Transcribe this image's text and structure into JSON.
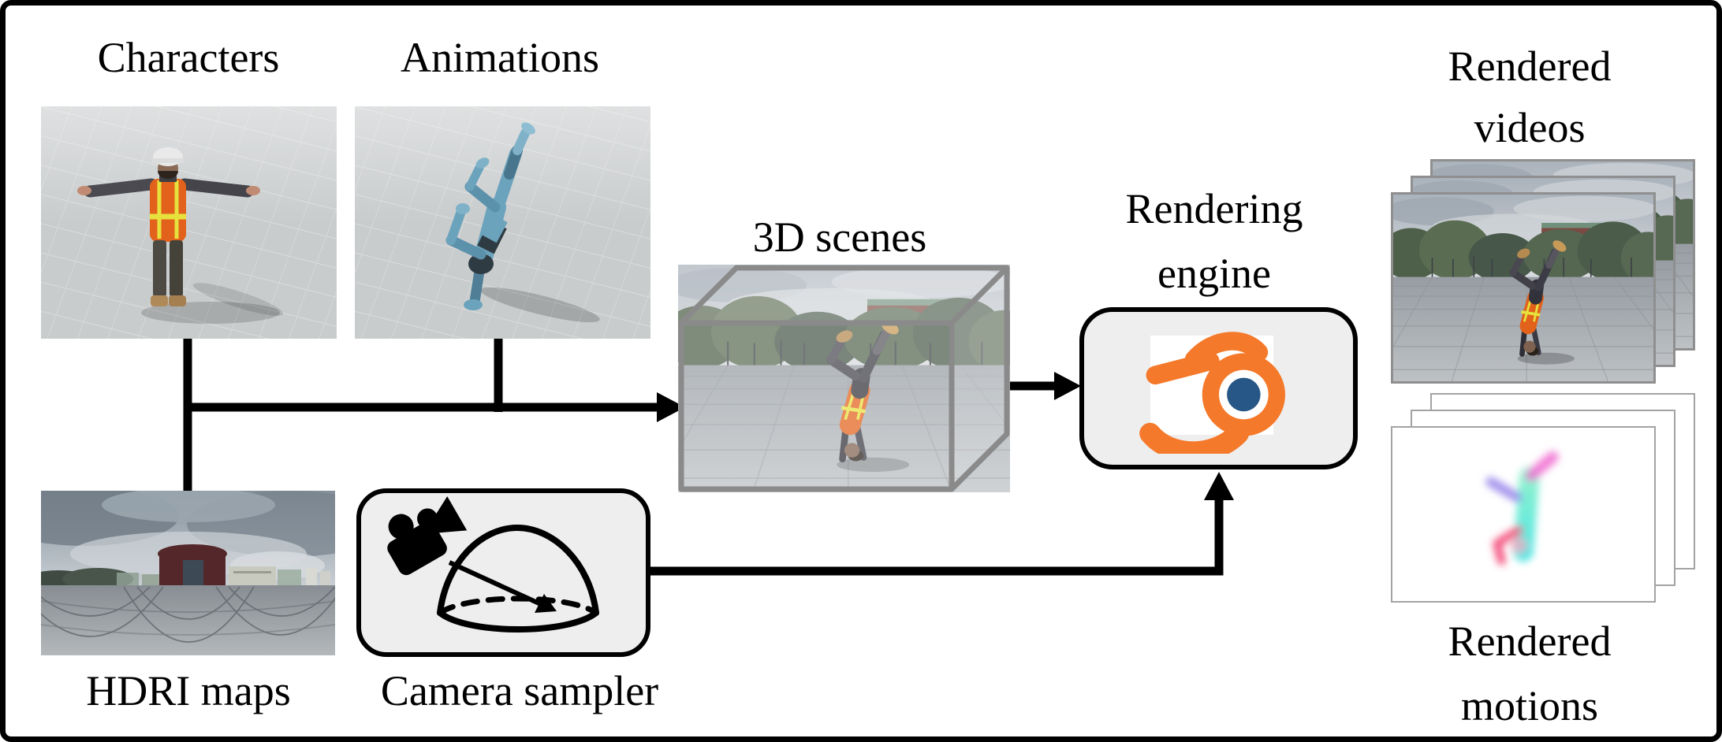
{
  "figure_type": "synthetic-data rendering pipeline diagram",
  "labels": {
    "characters": "Characters",
    "animations": "Animations",
    "hdri": "HDRI maps",
    "camera_sampler": "Camera sampler",
    "scenes": "3D scenes",
    "engine_line1": "Rendering",
    "engine_line2": "engine",
    "videos_line1": "Rendered",
    "videos_line2": "videos",
    "motions_line1": "Rendered",
    "motions_line2": "motions"
  },
  "icons": {
    "engine_logo": "blender-logo",
    "camera": "video-camera-icon",
    "camera_dome": "hemisphere-dome-icon",
    "arrows": "flow-arrow"
  },
  "colors": {
    "background": "#ffffff",
    "figure_border": "#000000",
    "connector": "#000000",
    "box_fill": "#eeeeee",
    "cube_edge": "#8a8a8a",
    "video_frame_border": "#8f8f8f",
    "motion_frame_border": "#a3a3a3",
    "viewport_gray": "#c9cccd",
    "blender_orange": "#f5792a",
    "blender_blue": "#265787",
    "vest_orange": "#e2611b",
    "robot_blue": "#6ba3bd"
  }
}
